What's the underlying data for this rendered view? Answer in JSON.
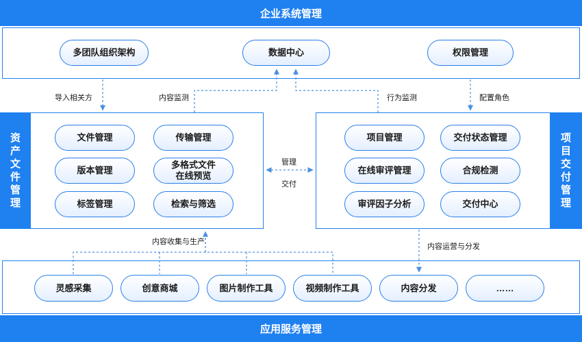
{
  "top_bar": {
    "title": "企业系统管理"
  },
  "bottom_bar": {
    "title": "应用服务管理"
  },
  "top_panel": {
    "items": [
      "多团队组织架构",
      "数据中心",
      "权限管理"
    ]
  },
  "left_panel": {
    "title_chars": [
      "资",
      "产",
      "文",
      "件",
      "管",
      "理"
    ],
    "items": [
      "文件管理",
      "传输管理",
      "版本管理",
      "多格式文件\n在线预览",
      "标签管理",
      "检索与筛选"
    ]
  },
  "right_panel": {
    "title_chars": [
      "项",
      "目",
      "交",
      "付",
      "管",
      "理"
    ],
    "items": [
      "项目管理",
      "交付状态管理",
      "在线审评管理",
      "合规检测",
      "审评因子分析",
      "交付中心"
    ]
  },
  "bottom_panel": {
    "items": [
      "灵感采集",
      "创意商城",
      "图片制作工具",
      "视频制作工具",
      "内容分发",
      "……"
    ]
  },
  "connectors": {
    "import_parties": "导入相关方",
    "content_monitor": "内容监测",
    "behavior_monitor": "行为监测",
    "config_roles": "配置角色",
    "manage": "管理",
    "deliver": "交付",
    "content_collect": "内容收集与生产",
    "content_ops": "内容运营与分发"
  },
  "colors": {
    "accent": "#1f80f0",
    "connector": "#4a90e2"
  }
}
